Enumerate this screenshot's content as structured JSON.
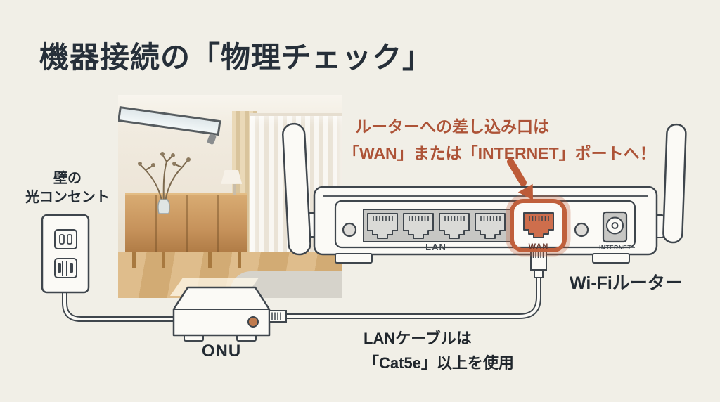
{
  "slide": {
    "title": "機器接続の「物理チェック」",
    "background_color": "#f1efe7"
  },
  "colors": {
    "ink": "#262f39",
    "line_art": "#3f464d",
    "accent_orange_text": "#ad5337",
    "accent_orange_highlight": "#c0603c",
    "wan_port_fill": "#ce6e4c"
  },
  "wall_outlet": {
    "label_line1": "壁の",
    "label_line2": "光コンセント"
  },
  "onu": {
    "label": "ONU"
  },
  "router": {
    "label": "Wi-Fiルーター",
    "ports": {
      "lan_label": "LAN",
      "wan_label": "WAN",
      "internet_label": "INTERNET",
      "lan_port_count": 4
    }
  },
  "annotation": {
    "line1": "ルーターへの差し込み口は",
    "line2": "「WAN」または「INTERNET」ポートへ！"
  },
  "cable_note": {
    "line1": "LANケーブルは",
    "line2": "「Cat5e」以上を使用"
  }
}
